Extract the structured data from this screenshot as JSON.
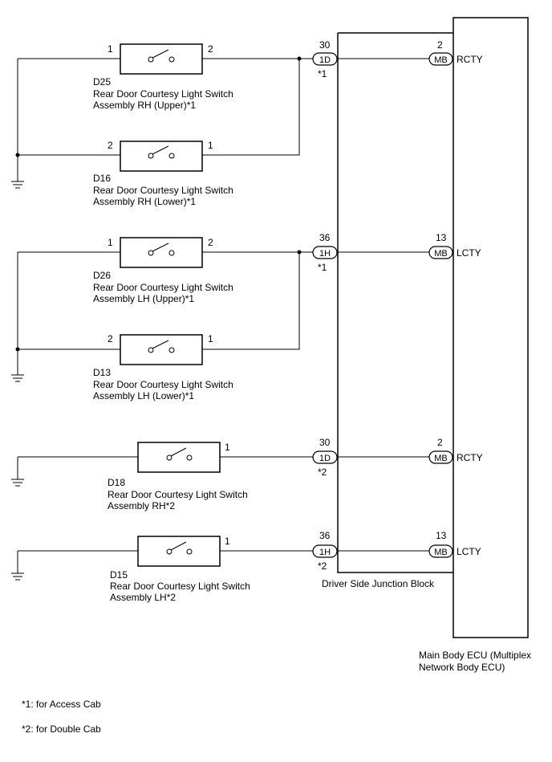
{
  "switches": [
    {
      "code": "D25",
      "name_line1": "Rear Door Courtesy Light Switch",
      "name_line2": "Assembly RH (Upper)*1",
      "pin_left": "1",
      "pin_right": "2"
    },
    {
      "code": "D16",
      "name_line1": "Rear Door Courtesy Light Switch",
      "name_line2": "Assembly RH (Lower)*1",
      "pin_left": "2",
      "pin_right": "1"
    },
    {
      "code": "D26",
      "name_line1": "Rear Door Courtesy Light Switch",
      "name_line2": "Assembly LH (Upper)*1",
      "pin_left": "1",
      "pin_right": "2"
    },
    {
      "code": "D13",
      "name_line1": "Rear Door Courtesy Light Switch",
      "name_line2": "Assembly LH (Lower)*1",
      "pin_left": "2",
      "pin_right": "1"
    },
    {
      "code": "D18",
      "name_line1": "Rear Door Courtesy Light Switch",
      "name_line2": "Assembly RH*2",
      "pin_right": "1"
    },
    {
      "code": "D15",
      "name_line1": "Rear Door Courtesy Light Switch",
      "name_line2": "Assembly LH*2",
      "pin_right": "1"
    }
  ],
  "junction_connectors": [
    {
      "pin": "30",
      "connector": "1D",
      "note": "*1"
    },
    {
      "pin": "36",
      "connector": "1H",
      "note": "*1"
    },
    {
      "pin": "30",
      "connector": "1D",
      "note": "*2"
    },
    {
      "pin": "36",
      "connector": "1H",
      "note": "*2"
    }
  ],
  "ecu_connectors": [
    {
      "pin": "2",
      "connector": "MB",
      "signal": "RCTY"
    },
    {
      "pin": "13",
      "connector": "MB",
      "signal": "LCTY"
    },
    {
      "pin": "2",
      "connector": "MB",
      "signal": "RCTY"
    },
    {
      "pin": "13",
      "connector": "MB",
      "signal": "LCTY"
    }
  ],
  "junction_block": {
    "label": "Driver Side Junction Block"
  },
  "ecu": {
    "label_line1": "Main Body ECU (Multiplex",
    "label_line2": "Network Body ECU)"
  },
  "footnotes": [
    "*1: for Access Cab",
    "*2: for Double Cab"
  ],
  "icons": {
    "ground": "ground-symbol-icon",
    "switch": "switch-contact-icon",
    "junction": "junction-dot-icon"
  }
}
